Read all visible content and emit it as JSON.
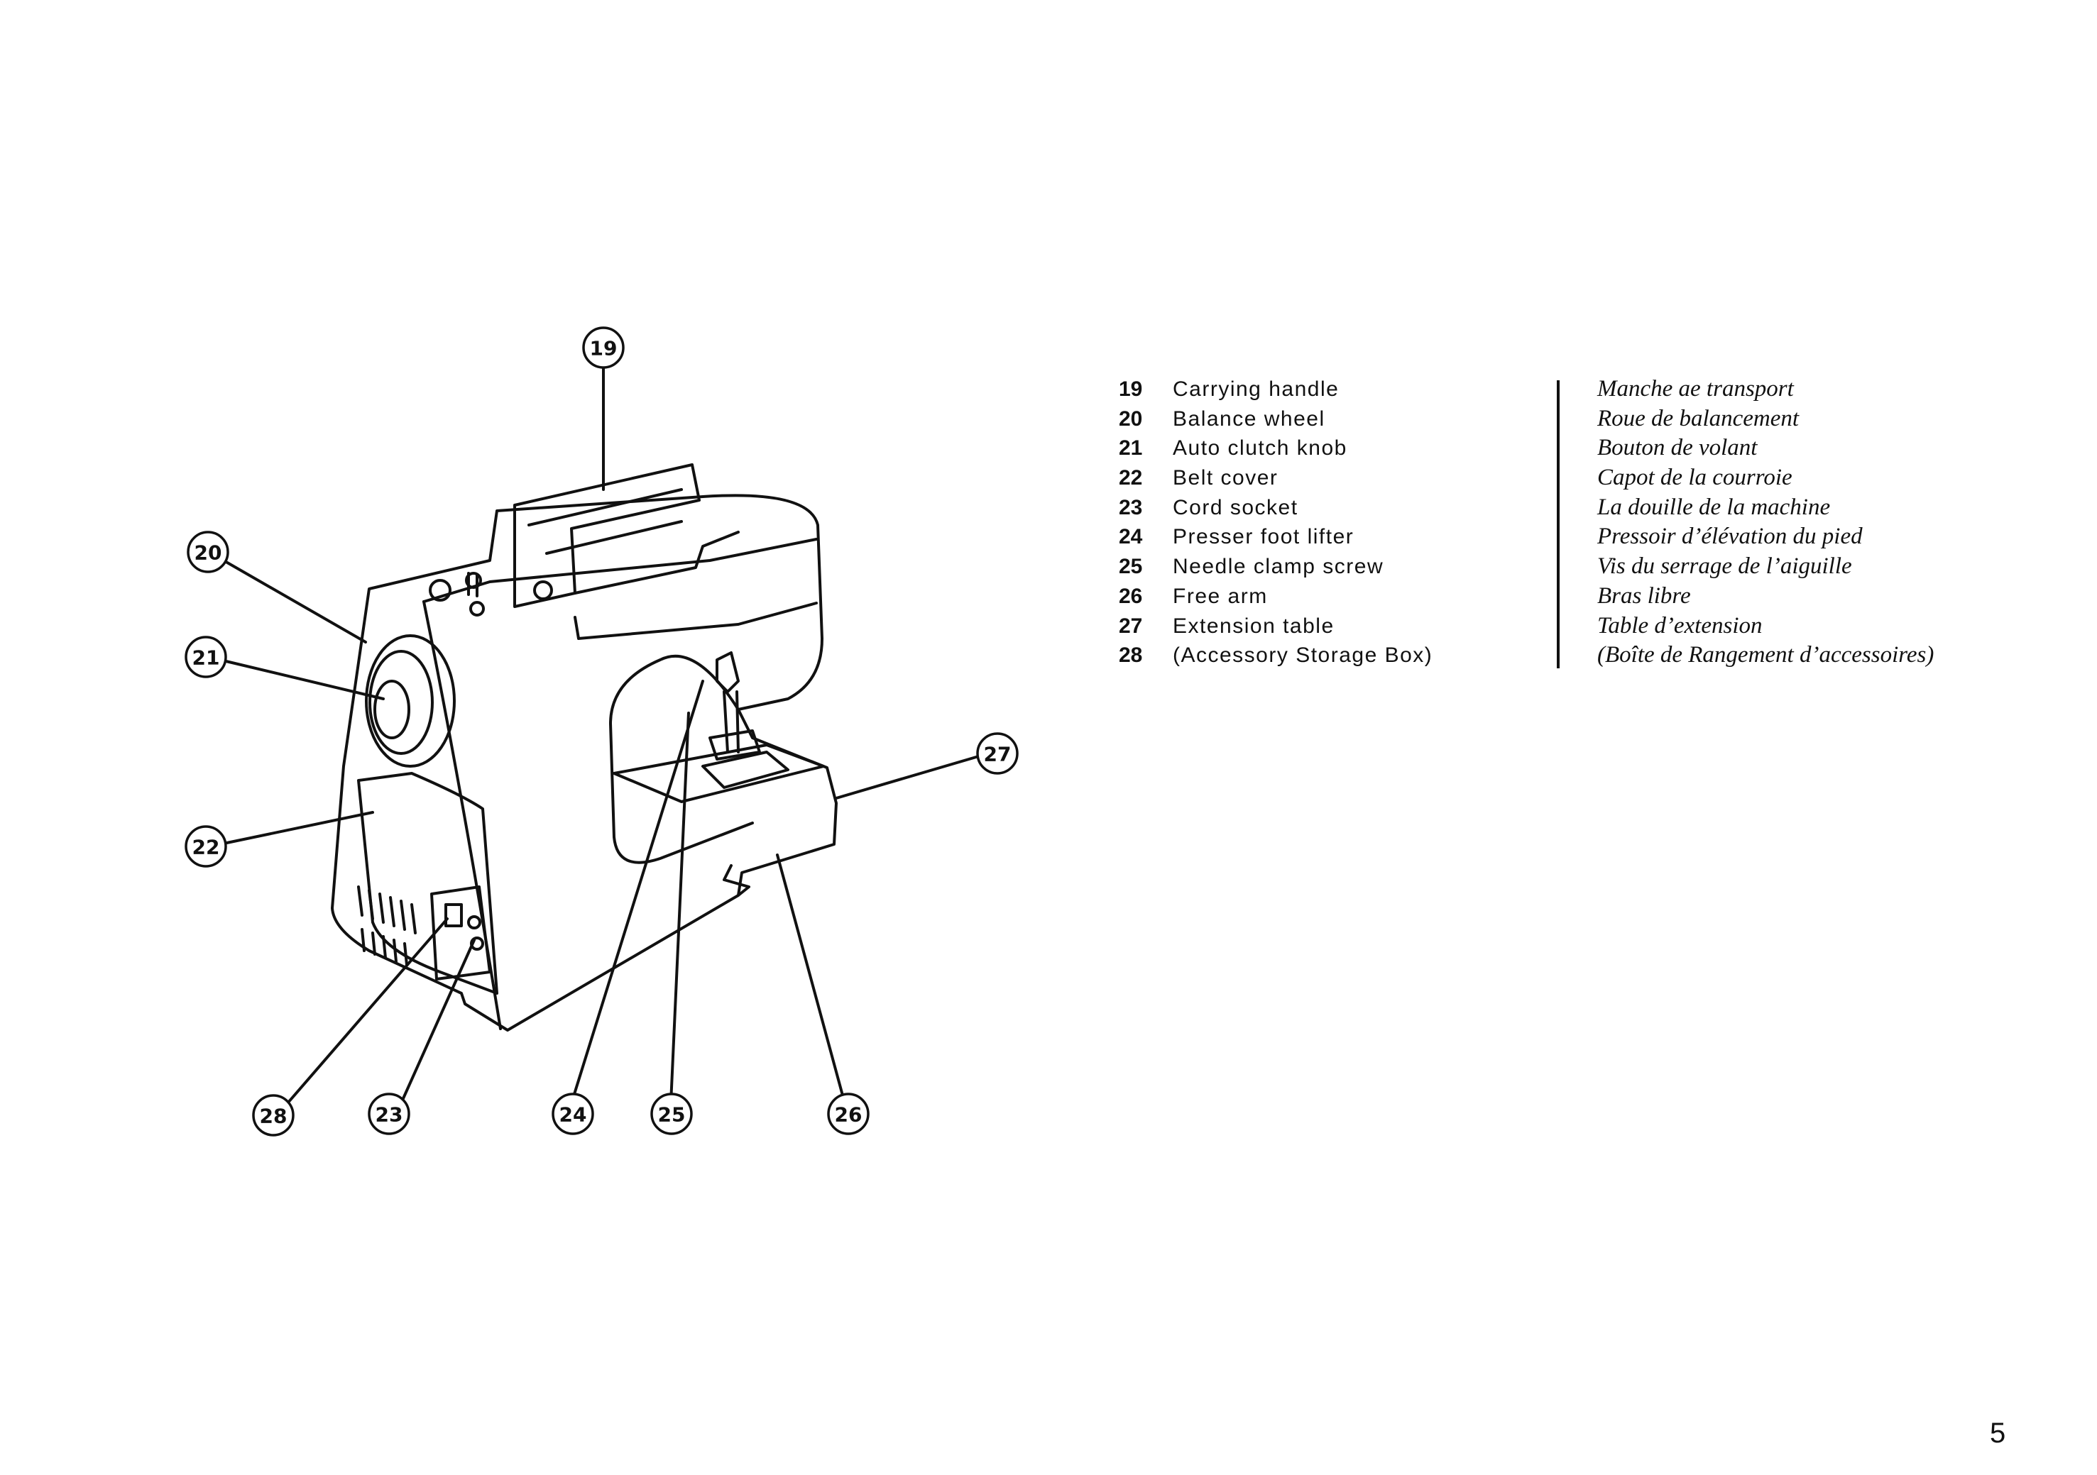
{
  "callouts": [
    "19",
    "20",
    "21",
    "22",
    "23",
    "24",
    "25",
    "26",
    "27",
    "28"
  ],
  "legend": [
    {
      "num": "19",
      "en": "Carrying handle",
      "fr": "Manche ae transport"
    },
    {
      "num": "20",
      "en": "Balance wheel",
      "fr": "Roue de balancement"
    },
    {
      "num": "21",
      "en": "Auto clutch knob",
      "fr": "Bouton de volant"
    },
    {
      "num": "22",
      "en": "Belt cover",
      "fr": "Capot de la courroie"
    },
    {
      "num": "23",
      "en": "Cord socket",
      "fr": "La douille de la machine"
    },
    {
      "num": "24",
      "en": "Presser foot lifter",
      "fr": "Pressoir d’élévation du pied"
    },
    {
      "num": "25",
      "en": "Needle clamp screw",
      "fr": "Vis du serrage de l’aiguille"
    },
    {
      "num": "26",
      "en": "Free arm",
      "fr": "Bras libre"
    },
    {
      "num": "27",
      "en": "Extension table",
      "fr": "Table d’extension"
    },
    {
      "num": "28",
      "en": "(Accessory Storage Box)",
      "fr": "(Boîte de Rangement d’accessoires)"
    }
  ],
  "page_number": "5"
}
